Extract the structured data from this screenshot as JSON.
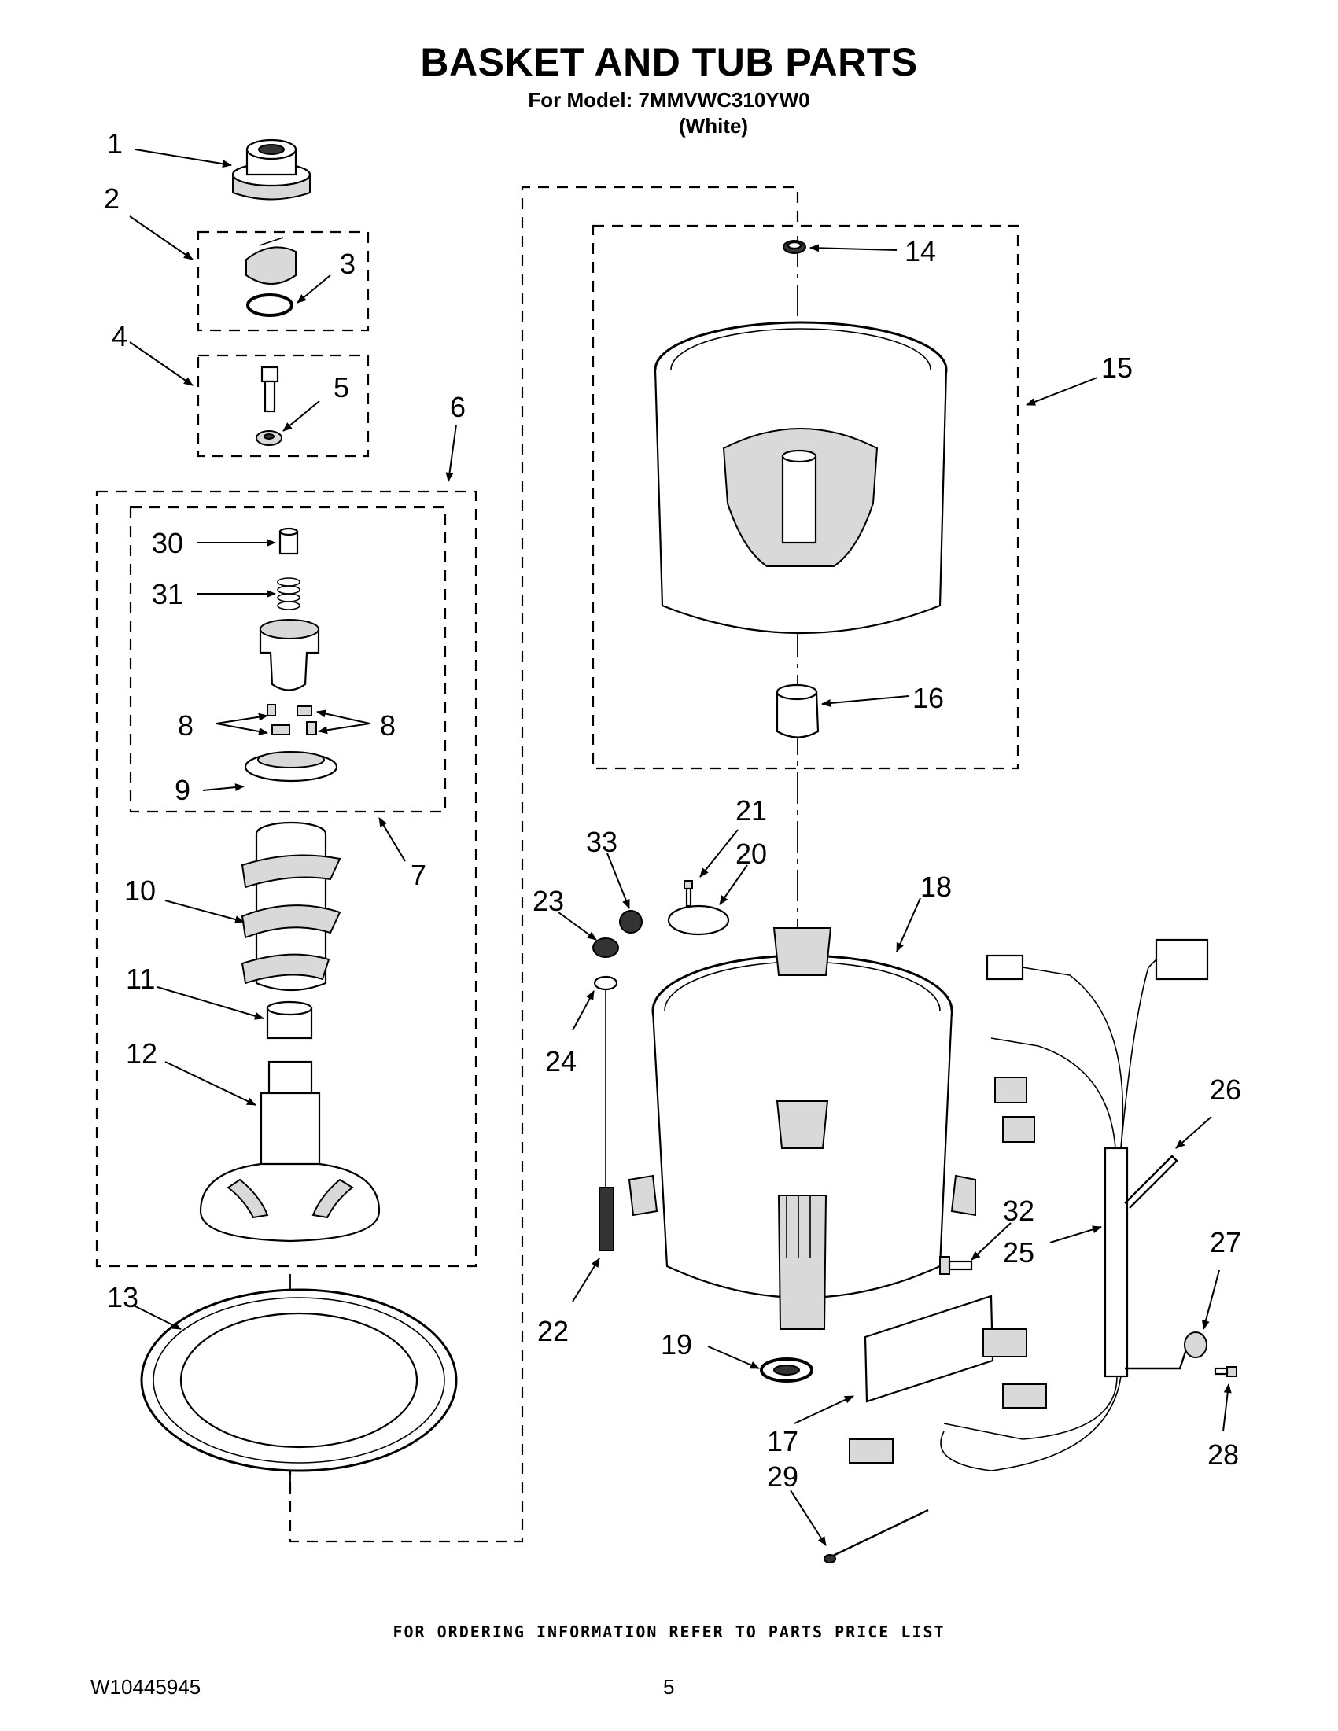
{
  "header": {
    "title": "BASKET AND TUB PARTS",
    "model_line": "For Model: 7MMVWC310YW0",
    "color_line": "(White)"
  },
  "footer": {
    "ordering_note": "FOR ORDERING INFORMATION REFER TO PARTS PRICE LIST",
    "document_number": "W10445945",
    "page_number": "5"
  },
  "callouts": {
    "c1": "1",
    "c2": "2",
    "c3": "3",
    "c4": "4",
    "c5": "5",
    "c6": "6",
    "c7": "7",
    "c8a": "8",
    "c8b": "8",
    "c9": "9",
    "c10": "10",
    "c11": "11",
    "c12": "12",
    "c13": "13",
    "c14": "14",
    "c15": "15",
    "c16": "16",
    "c17": "17",
    "c18": "18",
    "c19": "19",
    "c20": "20",
    "c21": "21",
    "c22": "22",
    "c23": "23",
    "c24": "24",
    "c25": "25",
    "c26": "26",
    "c27": "27",
    "c28": "28",
    "c29": "29",
    "c30": "30",
    "c31": "31",
    "c32": "32",
    "c33": "33"
  }
}
